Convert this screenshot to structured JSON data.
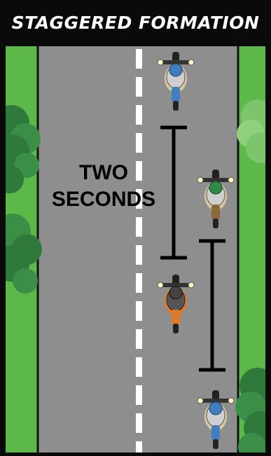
{
  "title": "STAGGERED FORMATION",
  "gap_label": {
    "line1": "TWO",
    "line2": "SECONDS"
  },
  "colors": {
    "background": "#0a0a0a",
    "grass": "#5db84a",
    "road": "#8e8e8e",
    "lane_marking": "#ffffff",
    "tree": "#2f7a3a",
    "bracket": "#000000"
  },
  "motorcycles": [
    {
      "lane": "left",
      "rider_color": "#3f7fc0"
    },
    {
      "lane": "right",
      "rider_color": "#2f8a4a"
    },
    {
      "lane": "left",
      "rider_color": "#e07a28"
    },
    {
      "lane": "right",
      "rider_color": "#3f7fc0"
    }
  ],
  "brackets": [
    {
      "label": "two-second-gap-left-lane"
    },
    {
      "label": "two-second-gap-right-lane"
    }
  ]
}
